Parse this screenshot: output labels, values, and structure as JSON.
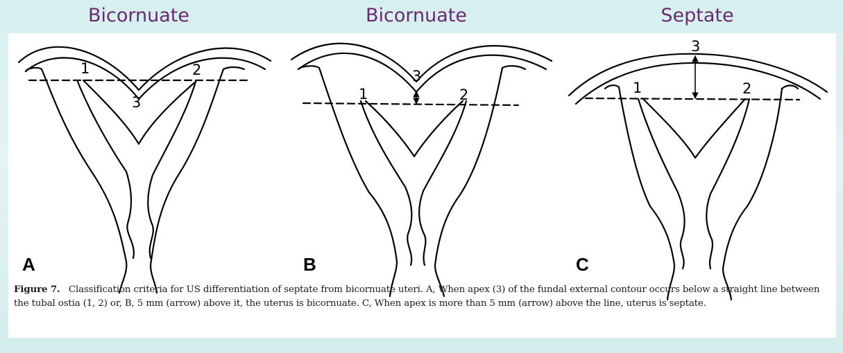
{
  "headings": [
    "Bicornuate",
    "Bicornuate",
    "Septate"
  ],
  "panels": [
    {
      "letter": "A",
      "ostium_1": "1",
      "ostium_2": "2",
      "apex": "3"
    },
    {
      "letter": "B",
      "ostium_1": "1",
      "ostium_2": "2",
      "apex": "3"
    },
    {
      "letter": "C",
      "ostium_1": "1",
      "ostium_2": "2",
      "apex": "3"
    }
  ],
  "caption": {
    "figure_label": "Figure 7.",
    "text": "Classification criteria for US differentiation of septate from bicornuate uteri. A, When apex (3) of the fundal external contour occurs below a straight line between the tubal ostia (1, 2) or, B, 5 mm (arrow) above it, the uterus is bicornuate. C, When apex is more than 5 mm (arrow) above the line, uterus is septate."
  }
}
